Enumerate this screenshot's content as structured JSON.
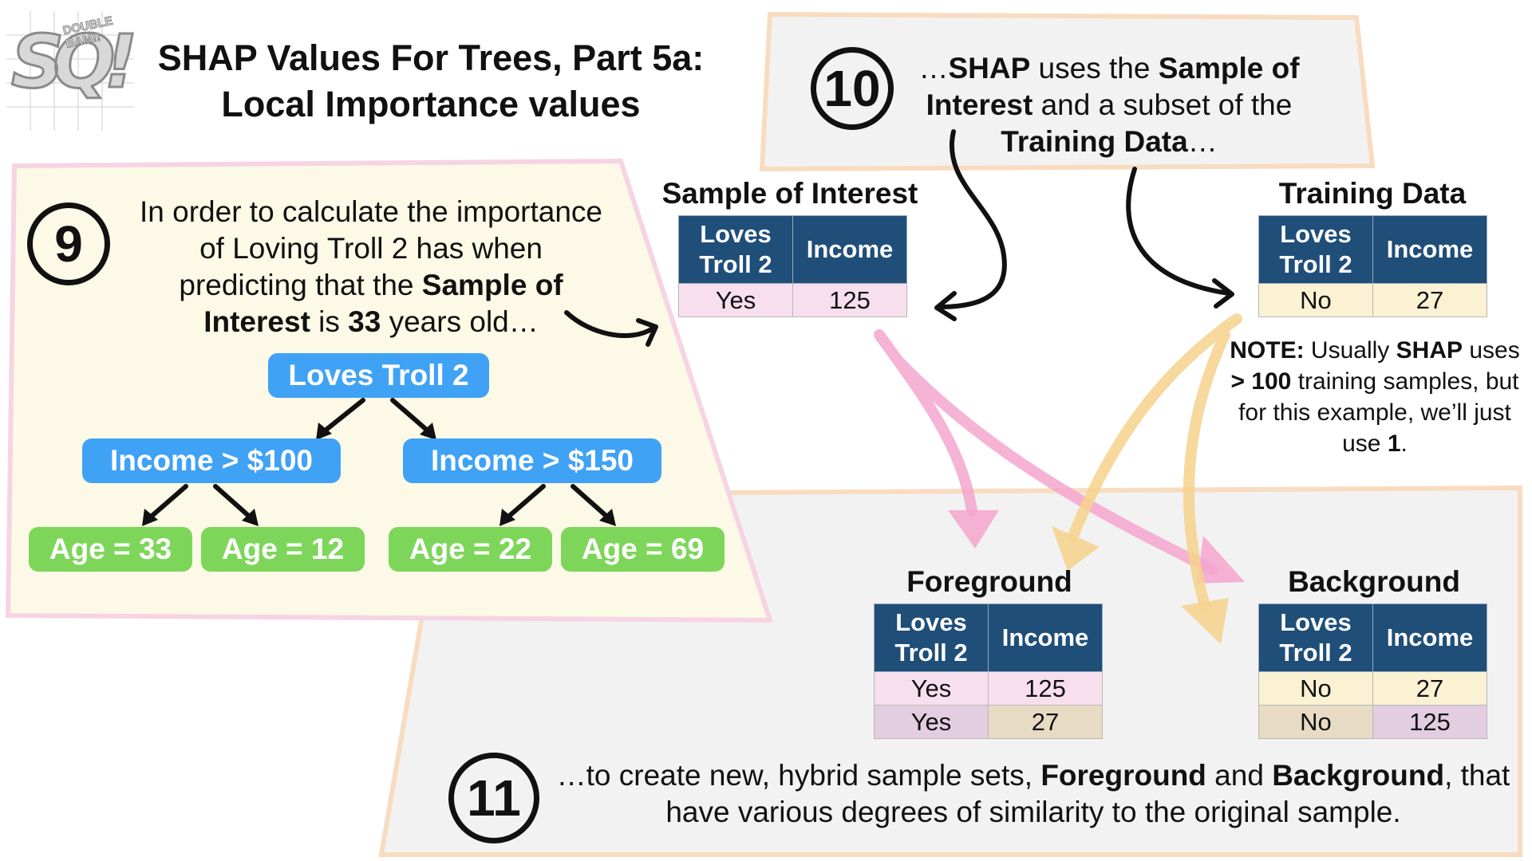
{
  "title": {
    "line1": "SHAP Values For Trees, Part 5a:",
    "line2": "Local Importance values"
  },
  "logo": {
    "letters": "SQ!",
    "tag": "DOUBLE BAM!!"
  },
  "step9": {
    "number": "9",
    "text_parts": [
      "In order to calculate the importance of Loving Troll 2 has when predicting that the ",
      "Sample of Interest",
      " is ",
      "33",
      " years old…"
    ]
  },
  "step10": {
    "number": "10",
    "text_parts": [
      "…",
      "SHAP",
      " uses the ",
      "Sample of Interest",
      " and a subset of the ",
      "Training Data",
      "…"
    ]
  },
  "step11": {
    "number": "11",
    "text_parts": [
      "…to create new, hybrid sample sets, ",
      "Foreground",
      " and ",
      "Background",
      ", that have various degrees of similarity to the original sample."
    ]
  },
  "note": {
    "text_parts": [
      "NOTE:",
      " Usually ",
      "SHAP",
      " uses ",
      "> 100",
      " training samples, but for this example, we’ll just use ",
      "1",
      "."
    ]
  },
  "tree": {
    "root": "Loves Troll 2",
    "left": "Income > $100",
    "right": "Income > $150",
    "leaves": [
      "Age = 33",
      "Age = 12",
      "Age = 22",
      "Age = 69"
    ]
  },
  "tables": {
    "headers": [
      "Loves Troll 2",
      "Income"
    ],
    "sample_of_interest": {
      "title": "Sample of Interest",
      "rows": [
        [
          "Yes",
          "125"
        ]
      ]
    },
    "training_data": {
      "title": "Training Data",
      "rows": [
        [
          "No",
          "27"
        ]
      ]
    },
    "foreground": {
      "title": "Foreground",
      "rows": [
        [
          "Yes",
          "125"
        ],
        [
          "Yes",
          "27"
        ]
      ]
    },
    "background": {
      "title": "Background",
      "rows": [
        [
          "No",
          "27"
        ],
        [
          "No",
          "125"
        ]
      ]
    }
  },
  "colors": {
    "panel_9": "#fcf9e6",
    "panel_gray": "#f2f2f2",
    "node_blue": "#3fa2f5",
    "leaf_green": "#7dd65a",
    "header_navy": "#1f4e79",
    "pink_arrow": "#f4a6cf",
    "yellow_arrow": "#f6d28c"
  }
}
